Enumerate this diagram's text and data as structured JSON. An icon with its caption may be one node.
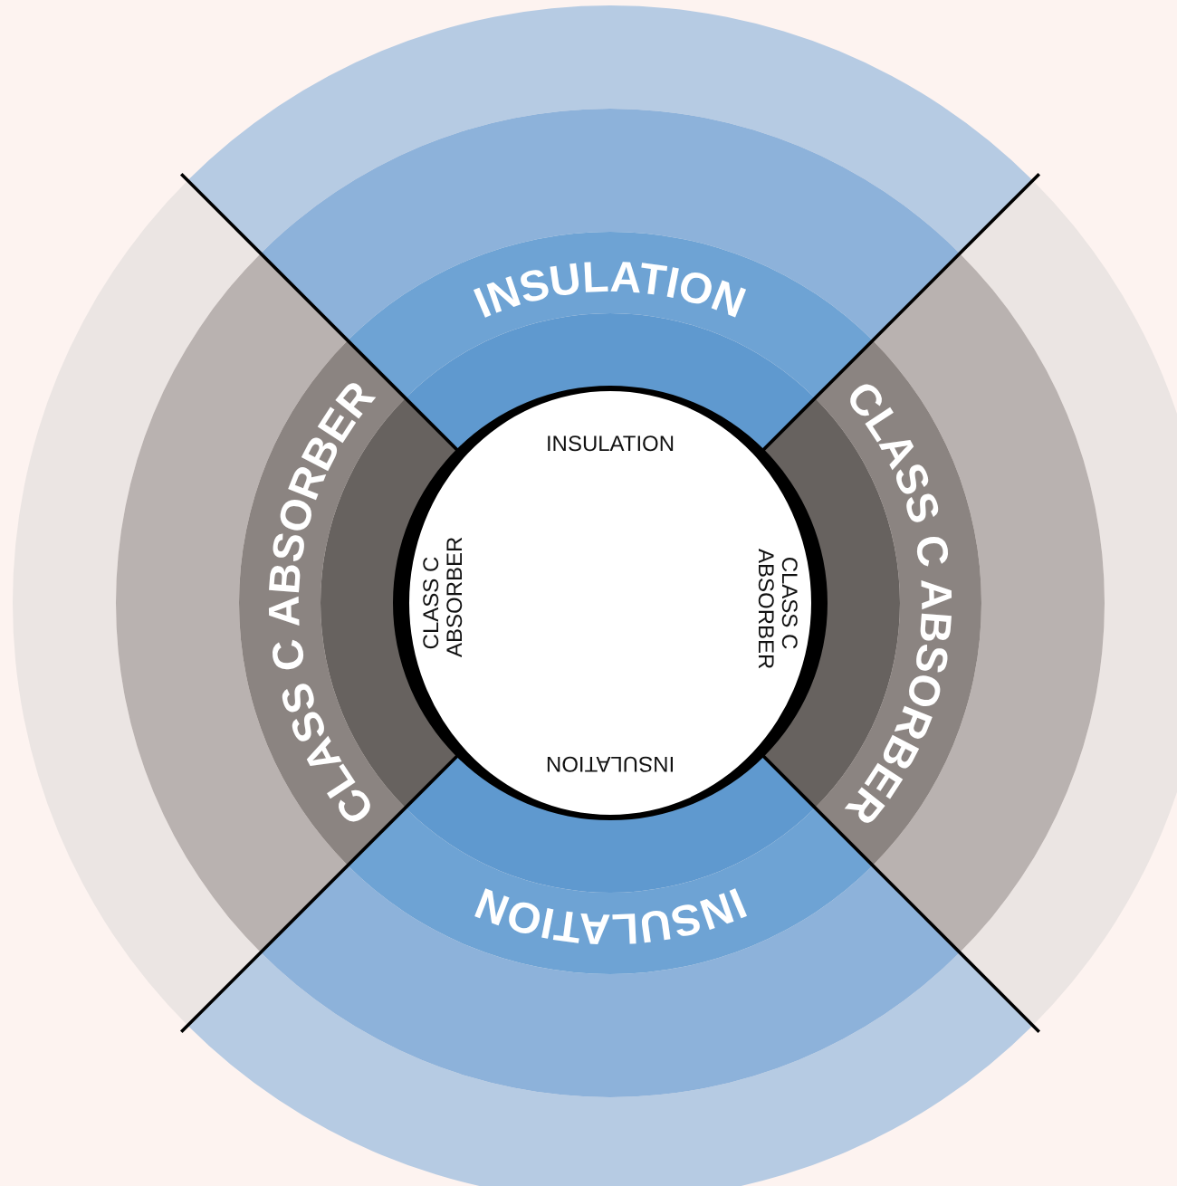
{
  "diagram": {
    "nodes": [
      {
        "text": [
          "INSULATION"
        ]
      },
      {
        "text": [
          "CLASS C ABSORBER"
        ]
      },
      {
        "text": [
          "CLASS C ABSORBER"
        ]
      },
      {
        "text": [
          "INSULATION"
        ]
      },
      {
        "text": [
          "INSULATION",
          "CLASS C ABSORBER",
          "CLASS C ABSORBER",
          "INSULATION"
        ]
      }
    ]
  }
}
